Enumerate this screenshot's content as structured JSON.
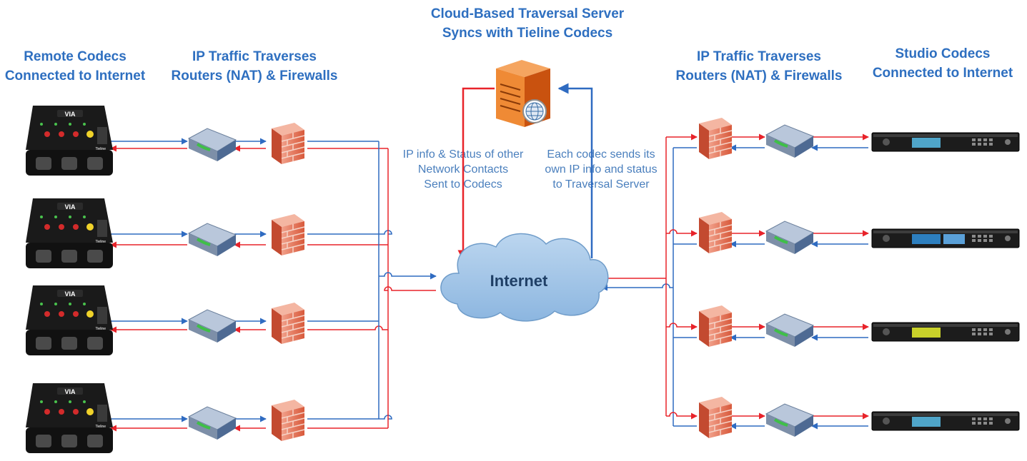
{
  "headings": {
    "remote": [
      "Remote Codecs",
      "Connected to Internet"
    ],
    "traverse_left": [
      "IP Traffic Traverses",
      "Routers (NAT) & Firewalls"
    ],
    "server": [
      "Cloud-Based Traversal Server",
      "Syncs with Tieline Codecs"
    ],
    "traverse_right": [
      "IP Traffic Traverses",
      "Routers (NAT) & Firewalls"
    ],
    "studio": [
      "Studio Codecs",
      "Connected to Internet"
    ]
  },
  "notes": {
    "to_codecs": [
      "IP info & Status of other",
      "Network Contacts",
      "Sent to Codecs"
    ],
    "to_server": [
      "Each codec sends its",
      "own IP info and status",
      "to Traversal Server"
    ]
  },
  "cloud_label": "Internet",
  "device_label": "VIA",
  "device_brand": "Tieline",
  "colors": {
    "upstream": "#2f6bc1",
    "downstream": "#e8232a",
    "heading": "#2e6fc0",
    "cloud": "#9dc3e6",
    "server": "#e36c1a",
    "firewall": "#e46a4a"
  },
  "icons": [
    "codec-icon",
    "router-icon",
    "firewall-icon",
    "server-icon",
    "globe-icon",
    "cloud-icon",
    "rack-codec-icon"
  ]
}
